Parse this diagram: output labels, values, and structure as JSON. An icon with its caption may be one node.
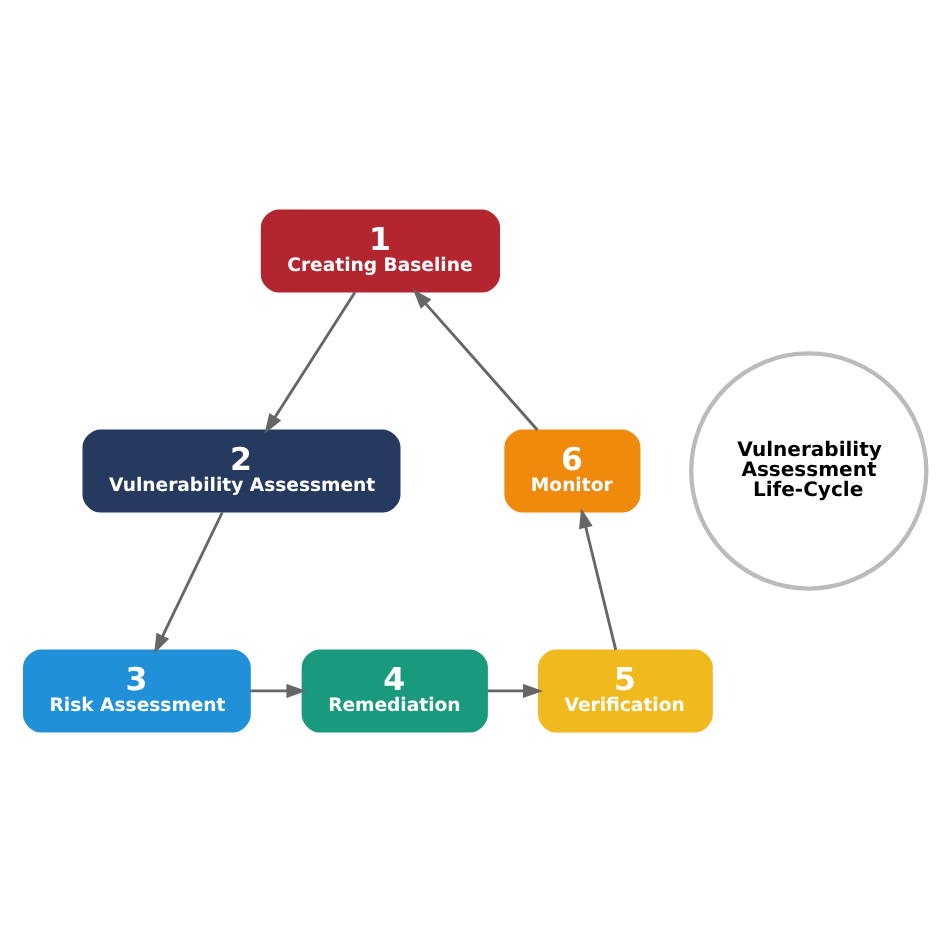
{
  "diagram": {
    "nodes": [
      {
        "text": [
          "1",
          "Creating Baseline"
        ]
      },
      {
        "text": [
          "2",
          "Vulnerability Assessment"
        ]
      },
      {
        "text": [
          "3",
          "Risk Assessment"
        ]
      },
      {
        "text": [
          "4",
          "Remediation"
        ]
      },
      {
        "text": [
          "5",
          "Verification"
        ]
      },
      {
        "text": [
          "6",
          "Monitor"
        ]
      },
      {
        "text": [
          "Vulnerability Assessment Life-Cycle"
        ]
      }
    ],
    "edges": [
      {
        "from": 0,
        "to": 1,
        "arrow": "to"
      },
      {
        "from": 1,
        "to": 2,
        "arrow": "to"
      },
      {
        "from": 2,
        "to": 3,
        "arrow": "to"
      },
      {
        "from": 3,
        "to": 4,
        "arrow": "to"
      },
      {
        "from": 4,
        "to": 5,
        "arrow": "to"
      },
      {
        "from": 5,
        "to": 0,
        "arrow": "to"
      }
    ]
  }
}
